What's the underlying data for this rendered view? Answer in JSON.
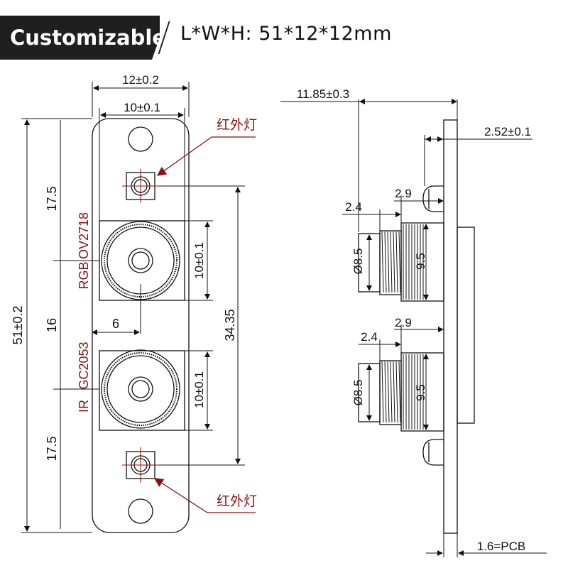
{
  "header": {
    "badge": "Customizable",
    "dimensions": "L*W*H:  51*12*12mm"
  },
  "front_view": {
    "width_total": "12±0.2",
    "width_inner": "10±0.1",
    "height_total": "51±0.2",
    "seg_top": "17.5",
    "seg_mid": "16",
    "seg_bottom": "17.5",
    "cam_height_1": "10±0.1",
    "cam_height_2": "10±0.1",
    "center_span": "34.35",
    "offset": "6",
    "ir_led_label_top": "红外灯",
    "ir_led_label_bottom": "红外灯",
    "cam1_label_a": "RGB",
    "cam1_label_b": "OV2718",
    "cam2_label_a": "IR",
    "cam2_label_b": "GC2053"
  },
  "side_view": {
    "depth_total": "11.85±0.3",
    "led_depth": "2.52±0.1",
    "lens1_nut": "2.9",
    "lens1_thread": "2.4",
    "lens1_dia_outer": "Ø8.5",
    "lens1_dia_inner": "9.5",
    "lens2_nut": "2.9",
    "lens2_thread": "2.4",
    "lens2_dia_outer": "Ø8.5",
    "lens2_dia_inner": "9.5",
    "pcb": "1.6=PCB"
  },
  "colors": {
    "accent_red": "#8b0f12",
    "line": "#111111",
    "badge_bg": "#1f1f1f"
  }
}
